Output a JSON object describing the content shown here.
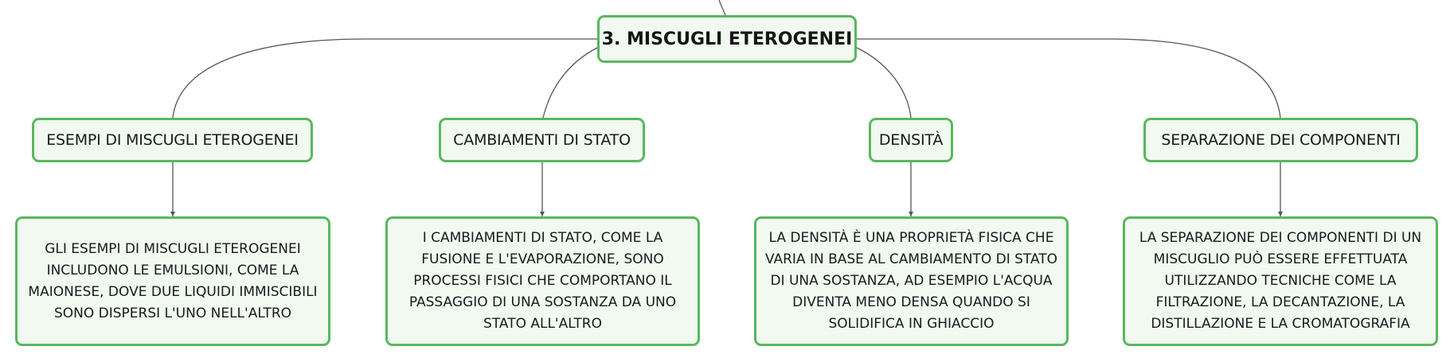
{
  "root": {
    "label": "3. MISCUGLI ETEROGENEI"
  },
  "topics": [
    {
      "label": "ESEMPI DI MISCUGLI ETEROGENEI",
      "detail": "GLI ESEMPI DI MISCUGLI ETEROGENEI INCLUDONO LE EMULSIONI, COME LA MAIONESE, DOVE DUE LIQUIDI IMMISCIBILI SONO DISPERSI L'UNO NELL'ALTRO"
    },
    {
      "label": "CAMBIAMENTI DI STATO",
      "detail": "I CAMBIAMENTI DI STATO, COME LA FUSIONE E L'EVAPORAZIONE, SONO PROCESSI FISICI CHE COMPORTANO IL PASSAGGIO DI UNA SOSTANZA DA UNO STATO ALL'ALTRO"
    },
    {
      "label": "DENSITÀ",
      "detail": "LA DENSITÀ È UNA PROPRIETÀ FISICA CHE VARIA IN BASE AL CAMBIAMENTO DI STATO DI UNA SOSTANZA, AD ESEMPIO L'ACQUA DIVENTA MENO DENSA QUANDO SI SOLIDIFICA IN GHIACCIO"
    },
    {
      "label": "SEPARAZIONE DEI COMPONENTI",
      "detail": "LA SEPARAZIONE DEI COMPONENTI DI UN MISCUGLIO PUÒ ESSERE EFFETTUATA UTILIZZANDO TECNICHE COME LA FILTRAZIONE, LA DECANTAZIONE, LA DISTILLAZIONE E LA CROMATOGRAFIA"
    }
  ],
  "colors": {
    "border": "#58b85c",
    "fill": "#f1f9f1",
    "line": "#555555"
  }
}
